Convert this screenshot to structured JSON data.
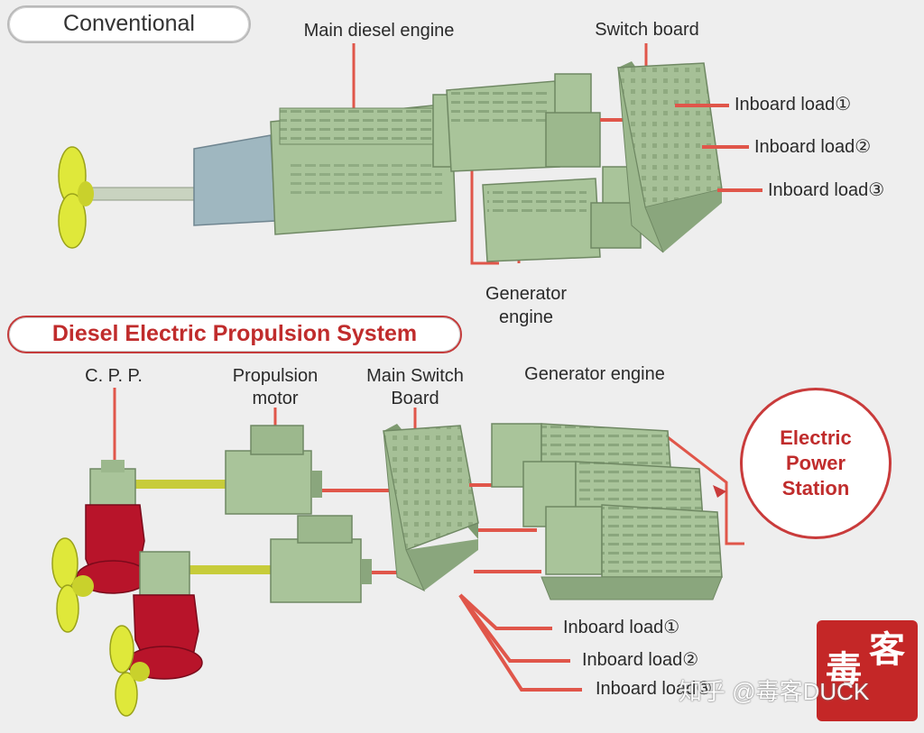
{
  "conventional": {
    "title": "Conventional",
    "labels": {
      "main_engine": "Main diesel engine",
      "switch_board": "Switch board",
      "generator_line1": "Generator",
      "generator_line2": "engine"
    },
    "loads": [
      "Inboard load①",
      "Inboard load②",
      "Inboard load③"
    ]
  },
  "dep": {
    "title": "Diesel Electric Propulsion System",
    "labels": {
      "cpp": "C. P. P.",
      "prop_motor_line1": "Propulsion",
      "prop_motor_line2": "motor",
      "mswb_line1": "Main Switch",
      "mswb_line2": "Board",
      "gen_engine": "Generator engine"
    },
    "station": [
      "Electric",
      "Power",
      "Station"
    ],
    "loads": [
      "Inboard load①",
      "Inboard load②",
      "Inboard load③"
    ]
  },
  "seal_chars": [
    "毒",
    "客"
  ],
  "watermark": "知乎 @毒客DUCK",
  "colors": {
    "equipment": "#a9c49a",
    "equipment_dark": "#7e9a70",
    "cable": "#e0564a",
    "pod": "#b8142a",
    "propeller": "#dfe83a",
    "station_red": "#c93b3b"
  }
}
